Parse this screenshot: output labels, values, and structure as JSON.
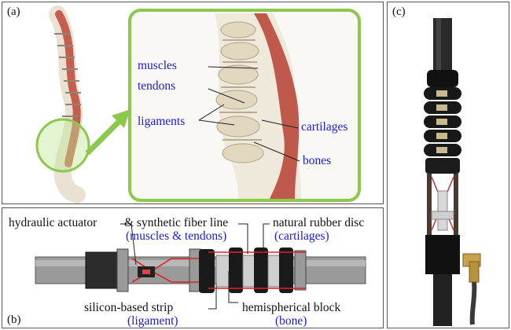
{
  "panels": {
    "a": {
      "label": "(a)",
      "labels": {
        "muscles": "muscles",
        "tendons": "tendons",
        "ligaments": "ligaments",
        "cartilages": "cartilages",
        "bones": "bones"
      }
    },
    "b": {
      "label": "(b)",
      "labels": {
        "actuator": "hydraulic actuator",
        "fiber": "& synthetic fiber line",
        "muscles_tendons": "(muscles & tendons)",
        "rubber_disc": "natural rubber disc",
        "cartilages": "(cartilages)",
        "strip": "silicon-based strip",
        "ligament": "(ligament)",
        "block": "hemispherical block",
        "bone": "(bone)"
      }
    },
    "c": {
      "label": "(c)"
    }
  },
  "colors": {
    "highlight_green": "#8cc84b",
    "label_blue": "#1a1ad8",
    "muscle_red": "#b5443a"
  }
}
